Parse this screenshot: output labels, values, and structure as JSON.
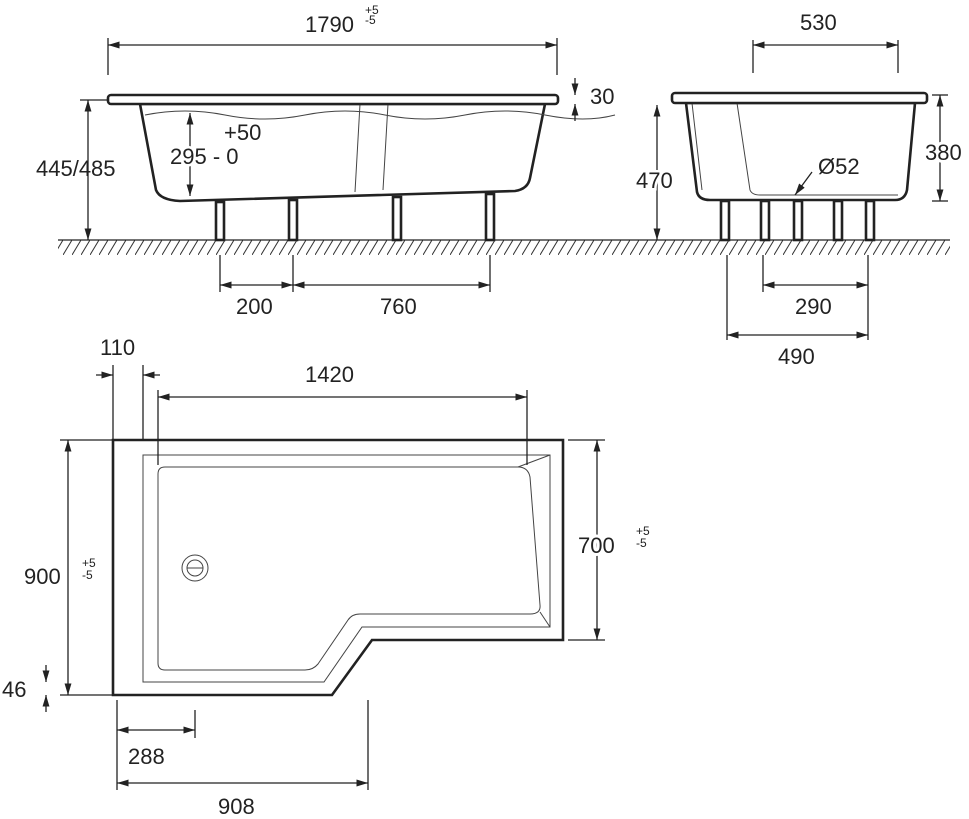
{
  "side_view": {
    "length": "1790",
    "length_tol_plus": "+5",
    "length_tol_minus": "-5",
    "rim": "30",
    "height": "445/485",
    "depth": "295 - 0",
    "depth_tol": "+50",
    "leg_spacing_1": "200",
    "leg_spacing_2": "760"
  },
  "end_view": {
    "width": "530",
    "height": "470",
    "inner_depth": "380",
    "drain": "Ø52",
    "leg_spacing_1": "290",
    "leg_spacing_2": "490"
  },
  "plan_view": {
    "offset": "110",
    "length": "1420",
    "width": "900",
    "width_tol_plus": "+5",
    "width_tol_minus": "-5",
    "narrow_width": "700",
    "narrow_tol_plus": "+5",
    "narrow_tol_minus": "-5",
    "rim": "46",
    "step": "288",
    "step_length": "908"
  }
}
